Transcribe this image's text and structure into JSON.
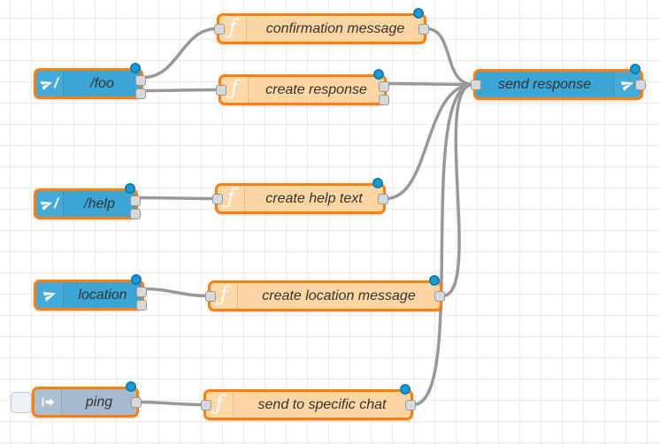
{
  "app": {
    "name": "Node-RED flow editor canvas"
  },
  "palette": {
    "selection_border": "#ff7f0e",
    "wire": "#999999",
    "grid_line": "#ececec",
    "canvas_bg": "#ffffff",
    "telegram_node_fill": "#3ba5d6",
    "function_node_fill": "#fdd6a4",
    "inject_node_fill": "#a6bbcf",
    "port_fill": "#d9d9d9",
    "port_border": "#999999",
    "changed_dot_fill": "#1d9ad6",
    "changed_dot_stroke": "#0d7fb0",
    "label_color": "#333333"
  },
  "glyphs": {
    "function": "ƒ",
    "command_slash": "/"
  },
  "nodes": [
    {
      "label": "/foo",
      "type": "telegram command receiver",
      "icon": "paper-plane-slash-icon",
      "outputs": 2,
      "changed": true,
      "selected": true
    },
    {
      "label": "confirmation message",
      "type": "function",
      "icon": "function-icon",
      "outputs": 1,
      "changed": true,
      "selected": true
    },
    {
      "label": "create response",
      "type": "function",
      "icon": "function-icon",
      "outputs": 2,
      "changed": true,
      "selected": true
    },
    {
      "label": "/help",
      "type": "telegram command receiver",
      "icon": "paper-plane-slash-icon",
      "outputs": 2,
      "changed": true,
      "selected": true
    },
    {
      "label": "create help text",
      "type": "function",
      "icon": "function-icon",
      "outputs": 1,
      "changed": true,
      "selected": true
    },
    {
      "label": "location",
      "type": "telegram event receiver",
      "icon": "paper-plane-icon",
      "outputs": 2,
      "changed": true,
      "selected": true
    },
    {
      "label": "create location message",
      "type": "function",
      "icon": "function-icon",
      "outputs": 1,
      "changed": true,
      "selected": true
    },
    {
      "label": "ping",
      "type": "inject",
      "icon": "inject-arrow-icon",
      "outputs": 1,
      "changed": true,
      "selected": true,
      "has_button": true
    },
    {
      "label": "send to specific chat",
      "type": "function",
      "icon": "function-icon",
      "outputs": 1,
      "changed": true,
      "selected": true
    },
    {
      "label": "send response",
      "type": "telegram sender",
      "icon": "paper-plane-icon",
      "icon_side": "right",
      "outputs": 1,
      "changed": true,
      "selected": true
    }
  ],
  "wires": [
    {
      "from": "/foo output 1",
      "to": "confirmation message"
    },
    {
      "from": "/foo output 2",
      "to": "create response"
    },
    {
      "from": "confirmation message",
      "to": "send response"
    },
    {
      "from": "create response output 1",
      "to": "send response"
    },
    {
      "from": "/help output 1",
      "to": "create help text"
    },
    {
      "from": "create help text",
      "to": "send response"
    },
    {
      "from": "location output 1",
      "to": "create location message"
    },
    {
      "from": "create location message",
      "to": "send response"
    },
    {
      "from": "ping",
      "to": "send to specific chat"
    },
    {
      "from": "send to specific chat",
      "to": "send response"
    }
  ]
}
